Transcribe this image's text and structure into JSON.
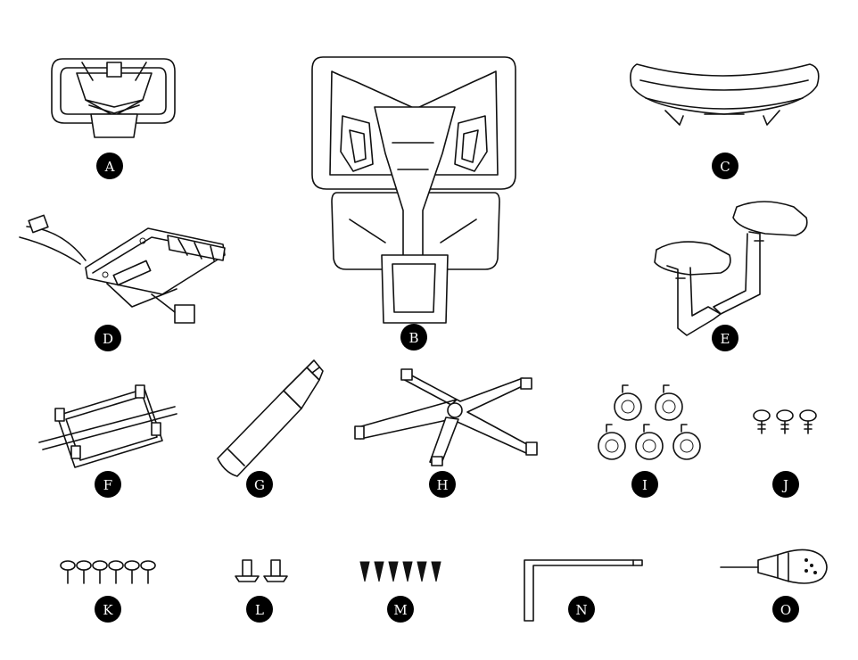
{
  "parts": [
    {
      "id": "A",
      "label": "A",
      "icon": "headrest-icon"
    },
    {
      "id": "B",
      "label": "B",
      "icon": "backrest-icon"
    },
    {
      "id": "C",
      "label": "C",
      "icon": "seat-cushion-icon"
    },
    {
      "id": "D",
      "label": "D",
      "icon": "seat-mechanism-icon"
    },
    {
      "id": "E",
      "label": "E",
      "icon": "armrests-icon"
    },
    {
      "id": "F",
      "label": "F",
      "icon": "mounting-bracket-icon"
    },
    {
      "id": "G",
      "label": "G",
      "icon": "gas-cylinder-icon"
    },
    {
      "id": "H",
      "label": "H",
      "icon": "five-star-base-icon"
    },
    {
      "id": "I",
      "label": "I",
      "icon": "casters-icon"
    },
    {
      "id": "J",
      "label": "J",
      "icon": "short-bolts-icon"
    },
    {
      "id": "K",
      "label": "K",
      "icon": "long-bolts-icon"
    },
    {
      "id": "L",
      "label": "L",
      "icon": "flat-head-bolts-icon"
    },
    {
      "id": "M",
      "label": "M",
      "icon": "wood-screws-icon"
    },
    {
      "id": "N",
      "label": "N",
      "icon": "allen-key-icon"
    },
    {
      "id": "O",
      "label": "O",
      "icon": "screwdriver-icon"
    }
  ],
  "colors": {
    "ink": "#111111",
    "badge": "#000000",
    "background": "#ffffff"
  }
}
